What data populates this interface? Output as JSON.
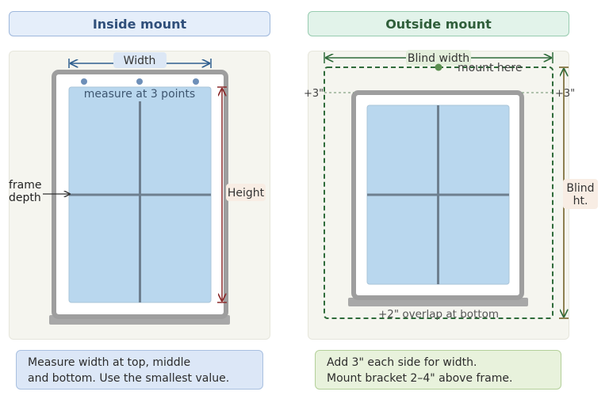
{
  "inside": {
    "title": "Inside mount",
    "width_label": "Width",
    "height_label": "Height",
    "measure_label": "measure at 3 points",
    "frame_label_1": "frame",
    "frame_label_2": "depth",
    "note_line_1": "Measure width at top, middle",
    "note_line_2": "and bottom. Use the smallest value."
  },
  "outside": {
    "title": "Outside mount",
    "width_label": "Blind width",
    "mount_label": "mount here",
    "left_offset": "+3\"",
    "right_offset": "+3\"",
    "height_label_1": "Blind",
    "height_label_2": "ht.",
    "overlap_label": "+2\" overlap at bottom",
    "note_line_1": "Add 3\" each side for width.",
    "note_line_2": "Mount bracket 2–4\" above frame."
  },
  "colors": {
    "inside_accent": "#2f5f8f",
    "outside_accent": "#2f6b3a",
    "measure_line_red": "#8b2b2b",
    "glass": "#b9d7ee",
    "frame": "#9e9e9e"
  }
}
